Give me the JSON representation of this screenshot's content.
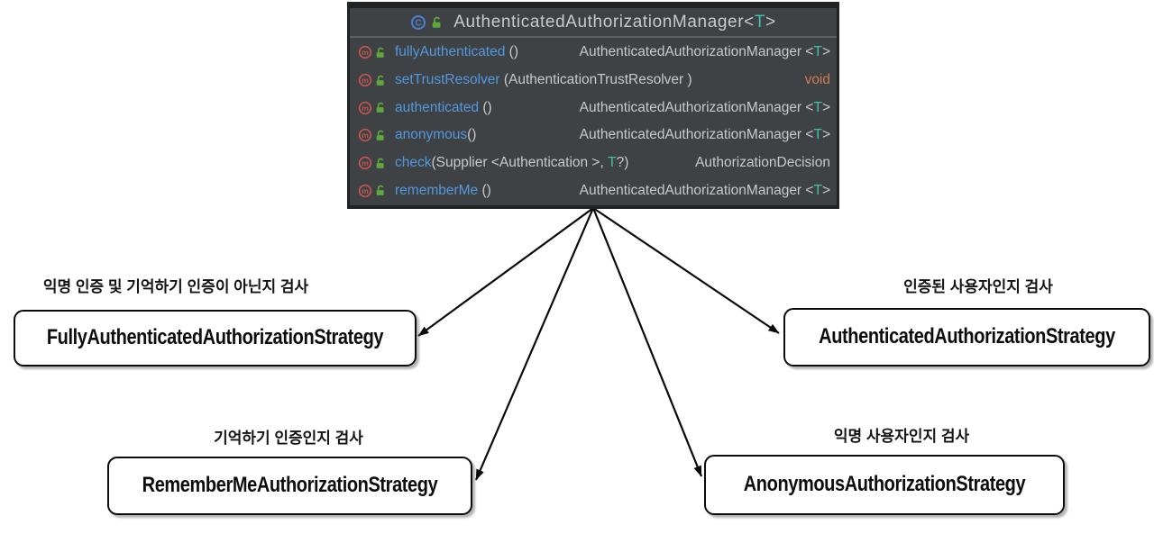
{
  "colors": {
    "panel_background": "#3E4245",
    "panel_border": "#202224",
    "header_separator": "#5E6163",
    "method_name_blue": "#5398DD",
    "type_gray": "#C7CACC",
    "generic_teal": "#45C0A8",
    "void_orange": "#CE7A52",
    "method_icon_red": "#C4554F",
    "class_icon_blue": "#4B7FD0",
    "lock_icon_green": "#5FA73C",
    "arrow_color": "#0a0a0a",
    "box_border": "#0c0c0c",
    "box_background": "#ffffff"
  },
  "class_node": {
    "class_icon": "c-circle-icon",
    "visibility_icon": "unlocked-padlock-icon",
    "title": {
      "pre": "AuthenticatedAuthorizationManager<",
      "t": "T",
      "post": ">"
    },
    "methods": [
      {
        "name": "fullyAuthenticated",
        "params_pre": " ()",
        "params_t": "",
        "params_post": "",
        "ret_pre": "AuthenticatedAuthorizationManager <",
        "ret_t": "T",
        "ret_post": ">",
        "ret_color": "gray"
      },
      {
        "name": "setTrustResolver",
        "params_pre": " (AuthenticationTrustResolver )",
        "params_t": "",
        "params_post": "",
        "ret_pre": "void",
        "ret_t": "",
        "ret_post": "",
        "ret_color": "orange"
      },
      {
        "name": "authenticated",
        "params_pre": " ()",
        "params_t": "",
        "params_post": "",
        "ret_pre": "AuthenticatedAuthorizationManager <",
        "ret_t": "T",
        "ret_post": ">",
        "ret_color": "gray"
      },
      {
        "name": "anonymous",
        "params_pre": "()",
        "params_t": "",
        "params_post": "",
        "ret_pre": "AuthenticatedAuthorizationManager <",
        "ret_t": "T",
        "ret_post": ">",
        "ret_color": "gray"
      },
      {
        "name": "check",
        "params_pre": "(Supplier <Authentication >, ",
        "params_t": "T",
        "params_post": "?)",
        "ret_pre": "AuthorizationDecision",
        "ret_t": "",
        "ret_post": "",
        "ret_color": "gray"
      },
      {
        "name": "rememberMe",
        "params_pre": " ()",
        "params_t": "",
        "params_post": "",
        "ret_pre": "AuthenticatedAuthorizationManager <",
        "ret_t": "T",
        "ret_post": ">",
        "ret_color": "gray"
      }
    ]
  },
  "strategies": [
    {
      "annotation": "익명 인증 및 기억하기 인증이 아닌지 검사",
      "class_name": "FullyAuthenticatedAuthorizationStrategy"
    },
    {
      "annotation": "인증된 사용자인지 검사",
      "class_name": "AuthenticatedAuthorizationStrategy"
    },
    {
      "annotation": "기억하기 인증인지 검사",
      "class_name": "RememberMeAuthorizationStrategy"
    },
    {
      "annotation": "익명 사용자인지 검사",
      "class_name": "AnonymousAuthorizationStrategy"
    }
  ]
}
